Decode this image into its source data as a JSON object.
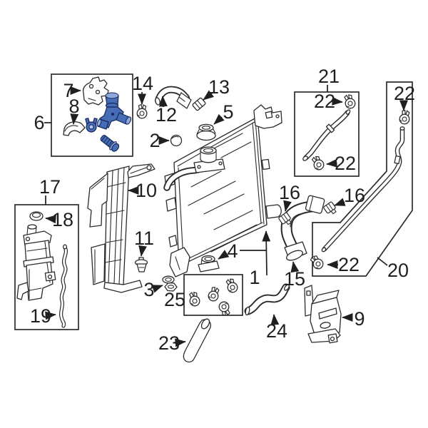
{
  "diagram": {
    "kind": "exploded-parts-diagram",
    "subject": "engine-cooling-radiator-hoses-and-reservoir",
    "background_color": "#ffffff",
    "line_color": "#2b2b2b",
    "highlight_color": "#466db5",
    "highlight_dark_color": "#15265c",
    "grouping_boxes": [
      "6",
      "17",
      "21",
      "25",
      "20"
    ],
    "icon_legend": {
      "radiator": "part 1",
      "radiator-cap": "part 5",
      "water-outlet-highlighted": "part 6 group",
      "coolant-reservoir": "part 17 group",
      "hose-clamp": "parts 13, 14, 22, 25",
      "hoses": "parts 12, 15, 19, 20, 21, 23, 24"
    }
  },
  "part_numbers": {
    "1": "1",
    "2": "2",
    "3": "3",
    "4": "4",
    "5": "5",
    "6": "6",
    "7": "7",
    "8": "8",
    "9": "9",
    "10": "10",
    "11": "11",
    "12": "12",
    "13": "13",
    "14": "14",
    "15": "15",
    "16": "16",
    "17": "17",
    "18": "18",
    "19": "19",
    "20": "20",
    "21": "21",
    "22": "22",
    "23": "23",
    "24": "24",
    "25": "25"
  }
}
